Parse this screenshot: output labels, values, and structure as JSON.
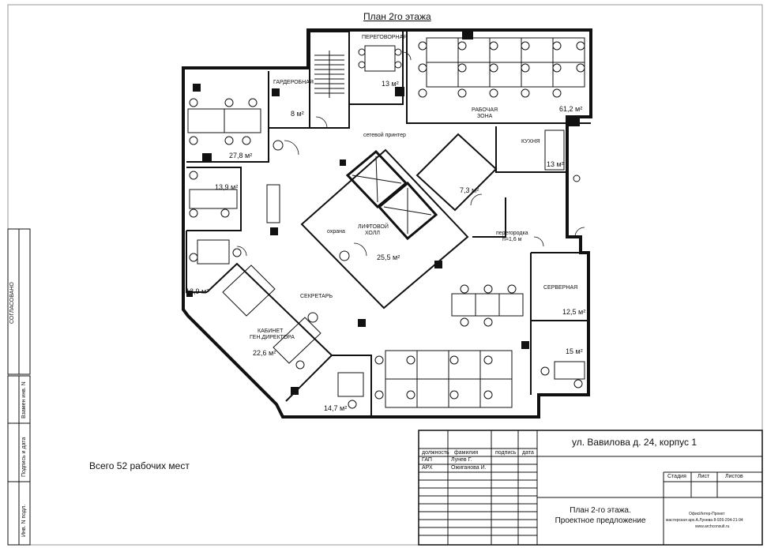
{
  "title": "План 2го этажа",
  "total_workplaces": "Всего 52 рабочих мест",
  "rooms": {
    "meeting": "ПЕРЕГОВОРНАЯ",
    "meeting_area": "13 м²",
    "wardrobe": "ГАРДЕРОБНАЯ",
    "wardrobe_area": "8 м²",
    "work_zone_1": "РАБОЧАЯ",
    "work_zone_2": "ЗОНА",
    "work_zone_area": "61,2 м²",
    "office_nw_area": "27,8 м²",
    "office_w_area": "13,9 м²",
    "office_sw_area": "12,9 м²",
    "printer": "сетевой принтер",
    "kitchen": "КУХНЯ",
    "kitchen_area": "13 м²",
    "wc_area": "7,3 м²",
    "lift_hall_1": "ЛИФТОВОЙ",
    "lift_hall_2": "ХОЛЛ",
    "security": "охрана",
    "lift_hall_area": "25,5 м²",
    "partition_1": "перегородка",
    "partition_2": "h=1,6 м",
    "server": "СЕРВЕРНАЯ",
    "server_area": "12,5 м²",
    "room_se_area": "15 м²",
    "secretary": "СЕКРЕТАРЬ",
    "director_1": "КАБИНЕТ",
    "director_2": "ГЕН.ДИРЕКТОРА",
    "director_area": "22,6 м²",
    "room_s_area": "14,7 м²"
  },
  "side_stamp": {
    "agreed": "СОГЛАСОВАНО",
    "inv_replace": "Взамен инв. N",
    "sign_date": "Подпись и дата",
    "inv_orig": "Инв. N подл."
  },
  "title_block": {
    "col_position": "должность",
    "col_surname": "фамилия",
    "col_sign": "подпись",
    "col_date": "дата",
    "row1_role": "ГАП",
    "row1_name": "Лунев Г.",
    "row2_role": "АРХ",
    "row2_name": "Ожиганова И.",
    "address": "ул. Вавилова д. 24, корпус 1",
    "stage": "Стадия",
    "sheet": "Лист",
    "sheets": "Листов",
    "sheet_title_1": "План 2-го этажа.",
    "sheet_title_2": "Проектное предложение",
    "org_1": "ОфисИнтер-Проект",
    "org_2": "мастерская арх.А.Лунева 8-926-204-21-94",
    "org_3": "www.archconsult.ru"
  }
}
